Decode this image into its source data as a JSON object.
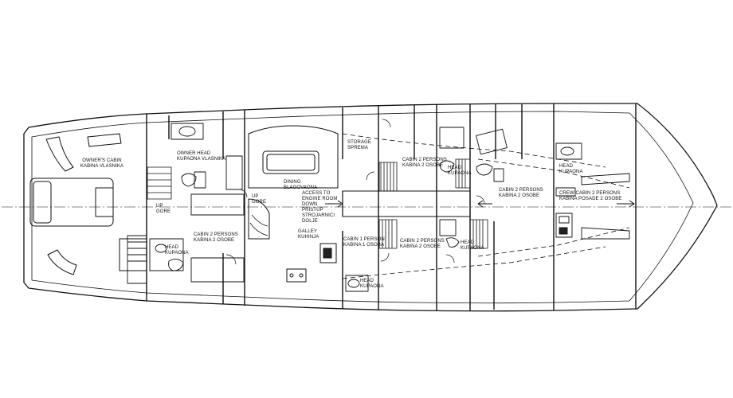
{
  "plan": {
    "labels": {
      "owners_cabin": [
        "OWNER'S CABIN",
        "KABINA VLASNIKA"
      ],
      "owner_head": [
        "OWNER HEAD",
        "KUPAONA VLASNIKA"
      ],
      "up_gore_left": [
        "UP",
        "GORE"
      ],
      "cabin_2p_left": [
        "CABIN 2 PERSONS",
        "KABINA 2 OSOBE"
      ],
      "head_left": [
        "HEAD",
        "KUPAONA"
      ],
      "up_gore_mid": [
        "UP",
        "GORE"
      ],
      "dining": [
        "DINING",
        "BLAGOVAONA"
      ],
      "engine_access": [
        "ACCESS TO",
        "ENGINE ROOM",
        "DOWN",
        "PRISTUP",
        "STROJARNICI",
        "DOLJE"
      ],
      "galley": [
        "GALLEY",
        "KUHINJA"
      ],
      "storage": [
        "STORAGE",
        "SPREMA"
      ],
      "cabin_2p_upper": [
        "CABIN 2 PERSONS",
        "KABINA 2 OSOBE"
      ],
      "cabin_1p": [
        "CABIN 1 PERSON",
        "KABINA 1 OSOBA"
      ],
      "cabin_2p_lower": [
        "CABIN 2 PERSONS",
        "KABINA 2 OSOBE"
      ],
      "head_lower_mid": [
        "HEAD",
        "KUPAONA"
      ],
      "head_upper_mid": [
        "HEAD",
        "KUPAONA"
      ],
      "head_lower_right": [
        "HEAD",
        "KUPAONA"
      ],
      "cabin_2p_right": [
        "CABIN 2 PERSONS",
        "KABINA 2 OSOBE"
      ],
      "head_fore": [
        "HEAD",
        "KUPAONA"
      ],
      "crew_cabin": [
        "CREW CABIN 2 PERSONS",
        "KABINA POSADE 2 OSOBE"
      ]
    }
  }
}
